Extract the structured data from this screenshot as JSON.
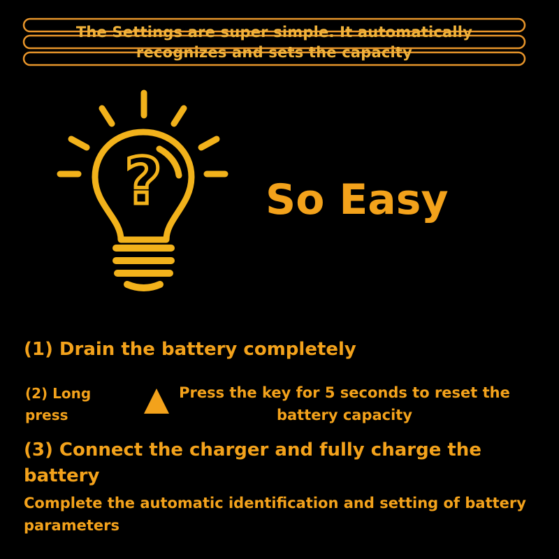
{
  "banner": {
    "line1": "The Settings are super simple. It automatically",
    "line2": "recognizes and sets the capacity"
  },
  "hero": {
    "title": "So Easy",
    "icon": "lightbulb-question-icon",
    "icon_glyph": "?"
  },
  "steps": {
    "step1": "(1) Drain the battery completely",
    "step2_label": "(2) Long press",
    "step2_icon": "triangle-icon",
    "step2_desc": "Press the key for 5 seconds to reset the battery capacity",
    "step3": "(3) Connect the charger and fully charge the battery",
    "step3_desc": "Complete the automatic identification and setting of battery parameters"
  },
  "colors": {
    "background": "#000000",
    "accent": "#f3a21b",
    "banner_text": "#f0b23a",
    "banner_frame": "#e8952a"
  }
}
